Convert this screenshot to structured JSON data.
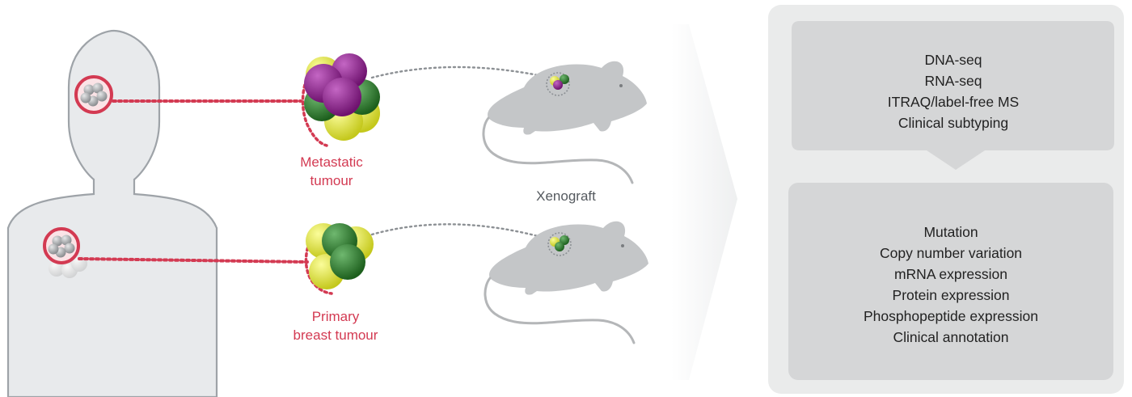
{
  "labels": {
    "metastatic": [
      "Metastatic",
      "tumour"
    ],
    "primary": [
      "Primary",
      "breast tumour"
    ],
    "xenograft": "Xenograft"
  },
  "panel_top": [
    "DNA-seq",
    "RNA-seq",
    "ITRAQ/label-free MS",
    "Clinical subtyping"
  ],
  "panel_bottom": [
    "Mutation",
    "Copy number variation",
    "mRNA expression",
    "Protein expression",
    "Phosphopeptide expression",
    "Clinical annotation"
  ],
  "colors": {
    "accent_red": "#d33a52",
    "purple": "#8a1f8a",
    "green": "#2f7d2f",
    "yellow": "#dde43a",
    "mouse": "#c4c6c8",
    "panel_bg": "#eaebeb",
    "box_bg": "#d5d6d7"
  }
}
